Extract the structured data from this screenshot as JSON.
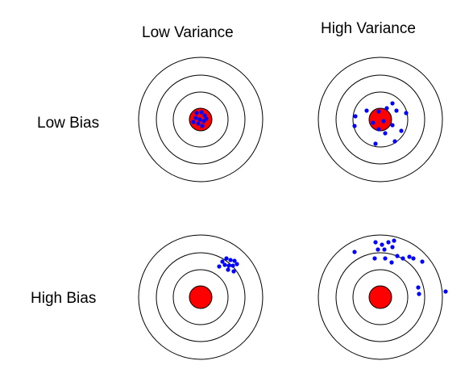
{
  "columns": {
    "low_variance": "Low Variance",
    "high_variance": "High Variance"
  },
  "rows": {
    "low_bias": "Low Bias",
    "high_bias": "High Bias"
  },
  "colors": {
    "ring": "#000000",
    "bullseye": "#ff0000",
    "shot": "#0000ff",
    "background": "#ffffff"
  }
}
